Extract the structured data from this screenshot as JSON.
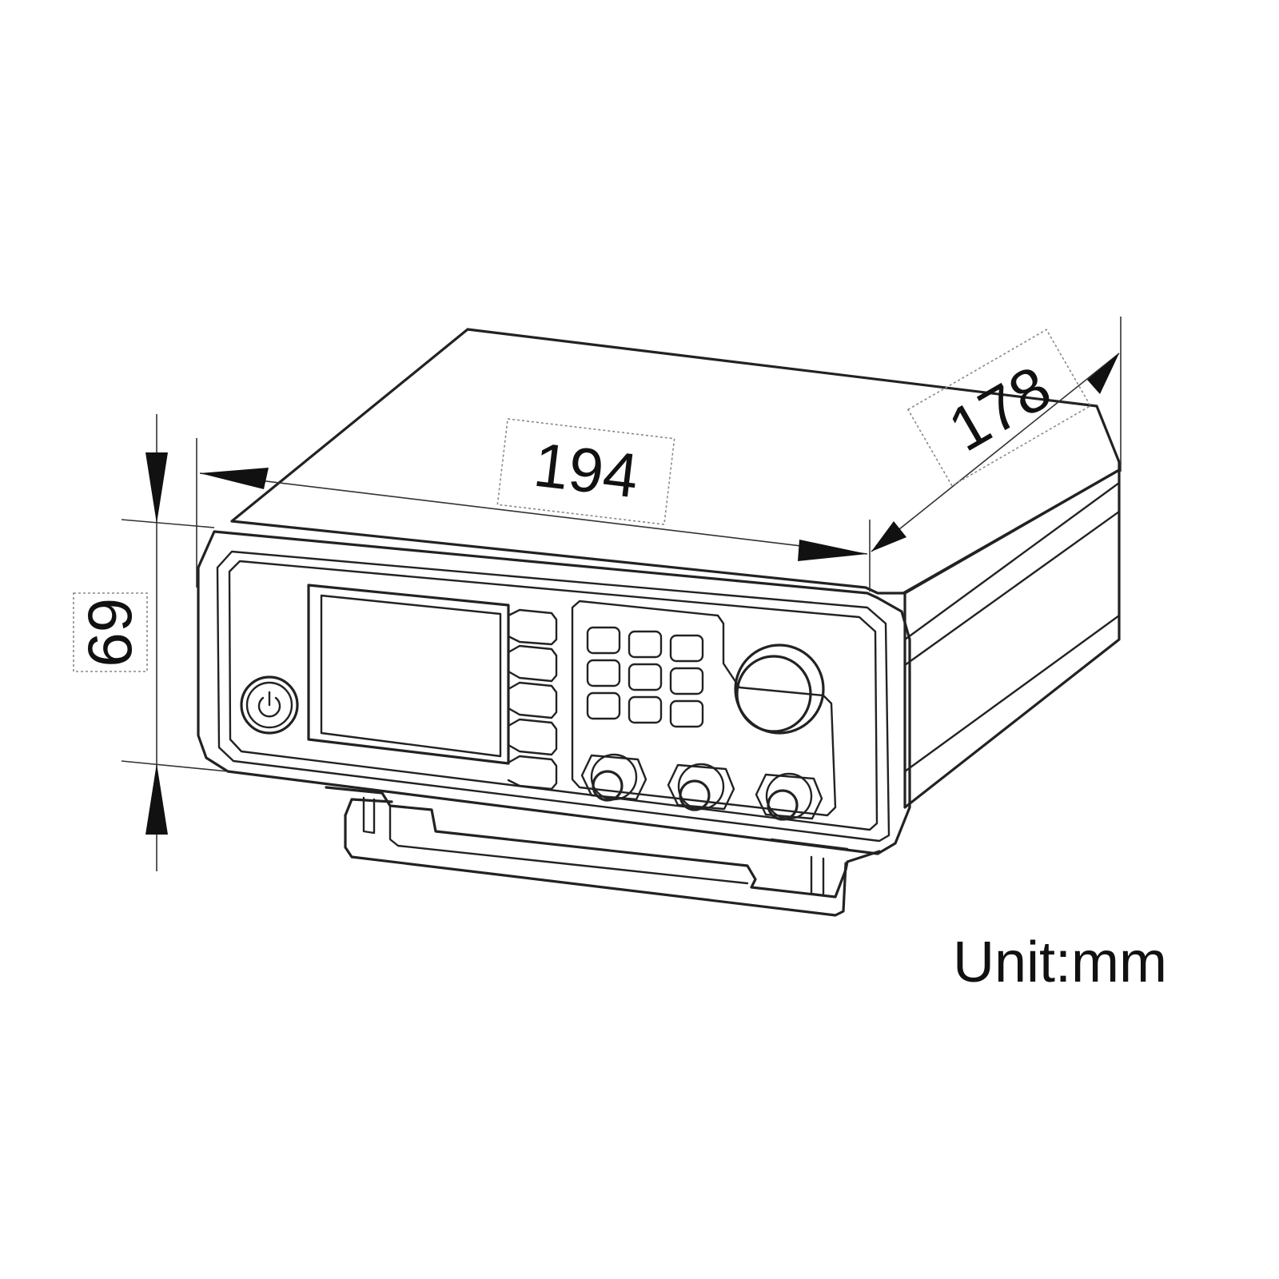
{
  "dimensions": {
    "width_label": "194",
    "depth_label": "178",
    "height_label": "69"
  },
  "unit_label": "Unit:mm",
  "icons": {
    "power": "power-icon"
  }
}
